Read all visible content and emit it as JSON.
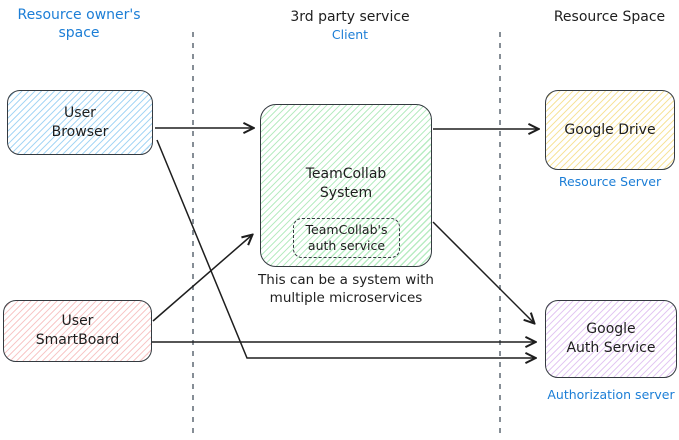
{
  "headers": {
    "owner_space": "Resource owner's\nspace",
    "third_party": "3rd party service",
    "client": "Client",
    "resource_space": "Resource Space"
  },
  "nodes": {
    "user_browser": {
      "label": "User\nBrowser"
    },
    "user_smartboard": {
      "label": "User\nSmartBoard"
    },
    "teamcollab": {
      "label": "TeamCollab\nSystem",
      "auth_service": "TeamCollab's\nauth service",
      "note": "This can be a system with\nmultiple microservices"
    },
    "google_drive": {
      "label": "Google Drive",
      "sublabel": "Resource Server"
    },
    "google_auth": {
      "label": "Google\nAuth Service",
      "sublabel": "Authorization server"
    }
  },
  "edges": [
    {
      "from": "user_browser",
      "to": "teamcollab"
    },
    {
      "from": "user_browser",
      "to": "google_auth"
    },
    {
      "from": "user_smartboard",
      "to": "teamcollab"
    },
    {
      "from": "user_smartboard",
      "to": "google_auth"
    },
    {
      "from": "teamcollab",
      "to": "google_drive"
    },
    {
      "from": "teamcollab",
      "to": "google_auth"
    }
  ],
  "colors": {
    "text": "#1e1e1e",
    "accent_blue": "#1c7ed6",
    "border": "#343a40",
    "separator": "#868e96",
    "hatch_blue": "#a8d7f5",
    "hatch_red": "#f8c9c9",
    "hatch_green": "#b9ecc3",
    "hatch_yellow": "#f7e49e",
    "hatch_violet": "#e4c9f3"
  }
}
